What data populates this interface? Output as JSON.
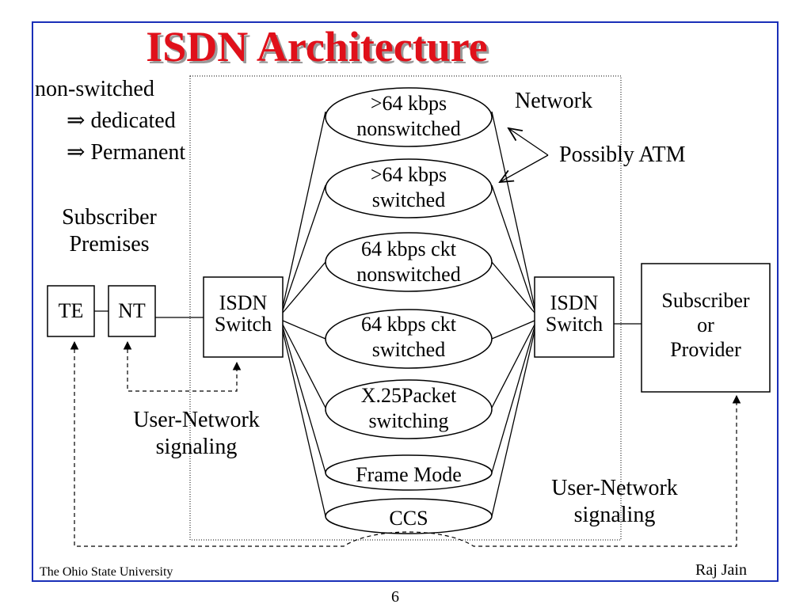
{
  "slide": {
    "title": "ISDN Architecture"
  },
  "notes": {
    "line1": "non-switched",
    "line2": "dedicated",
    "line3": "Permanent"
  },
  "labels": {
    "premises_1": "Subscriber",
    "premises_2": "Premises",
    "network": "Network",
    "possibly_atm": "Possibly ATM",
    "signaling_1": "User-Network",
    "signaling_2": "signaling"
  },
  "boxes": {
    "te": "TE",
    "nt": "NT",
    "switch_1": "ISDN",
    "switch_2": "Switch",
    "provider_1": "Subscriber",
    "provider_2": "or",
    "provider_3": "Provider"
  },
  "services": [
    {
      "line1": ">64 kbps",
      "line2": "nonswitched"
    },
    {
      "line1": ">64 kbps",
      "line2": "switched"
    },
    {
      "line1": "64 kbps ckt",
      "line2": "nonswitched"
    },
    {
      "line1": "64 kbps ckt",
      "line2": "switched"
    },
    {
      "line1": "X.25Packet",
      "line2": "switching"
    },
    {
      "line1": "Frame Mode"
    },
    {
      "line1": "CCS"
    }
  ],
  "footer": {
    "left": "The Ohio State University",
    "right": "Raj Jain",
    "page": "6"
  },
  "colors": {
    "title": "#e0101a",
    "frame": "#1a2fb8"
  }
}
